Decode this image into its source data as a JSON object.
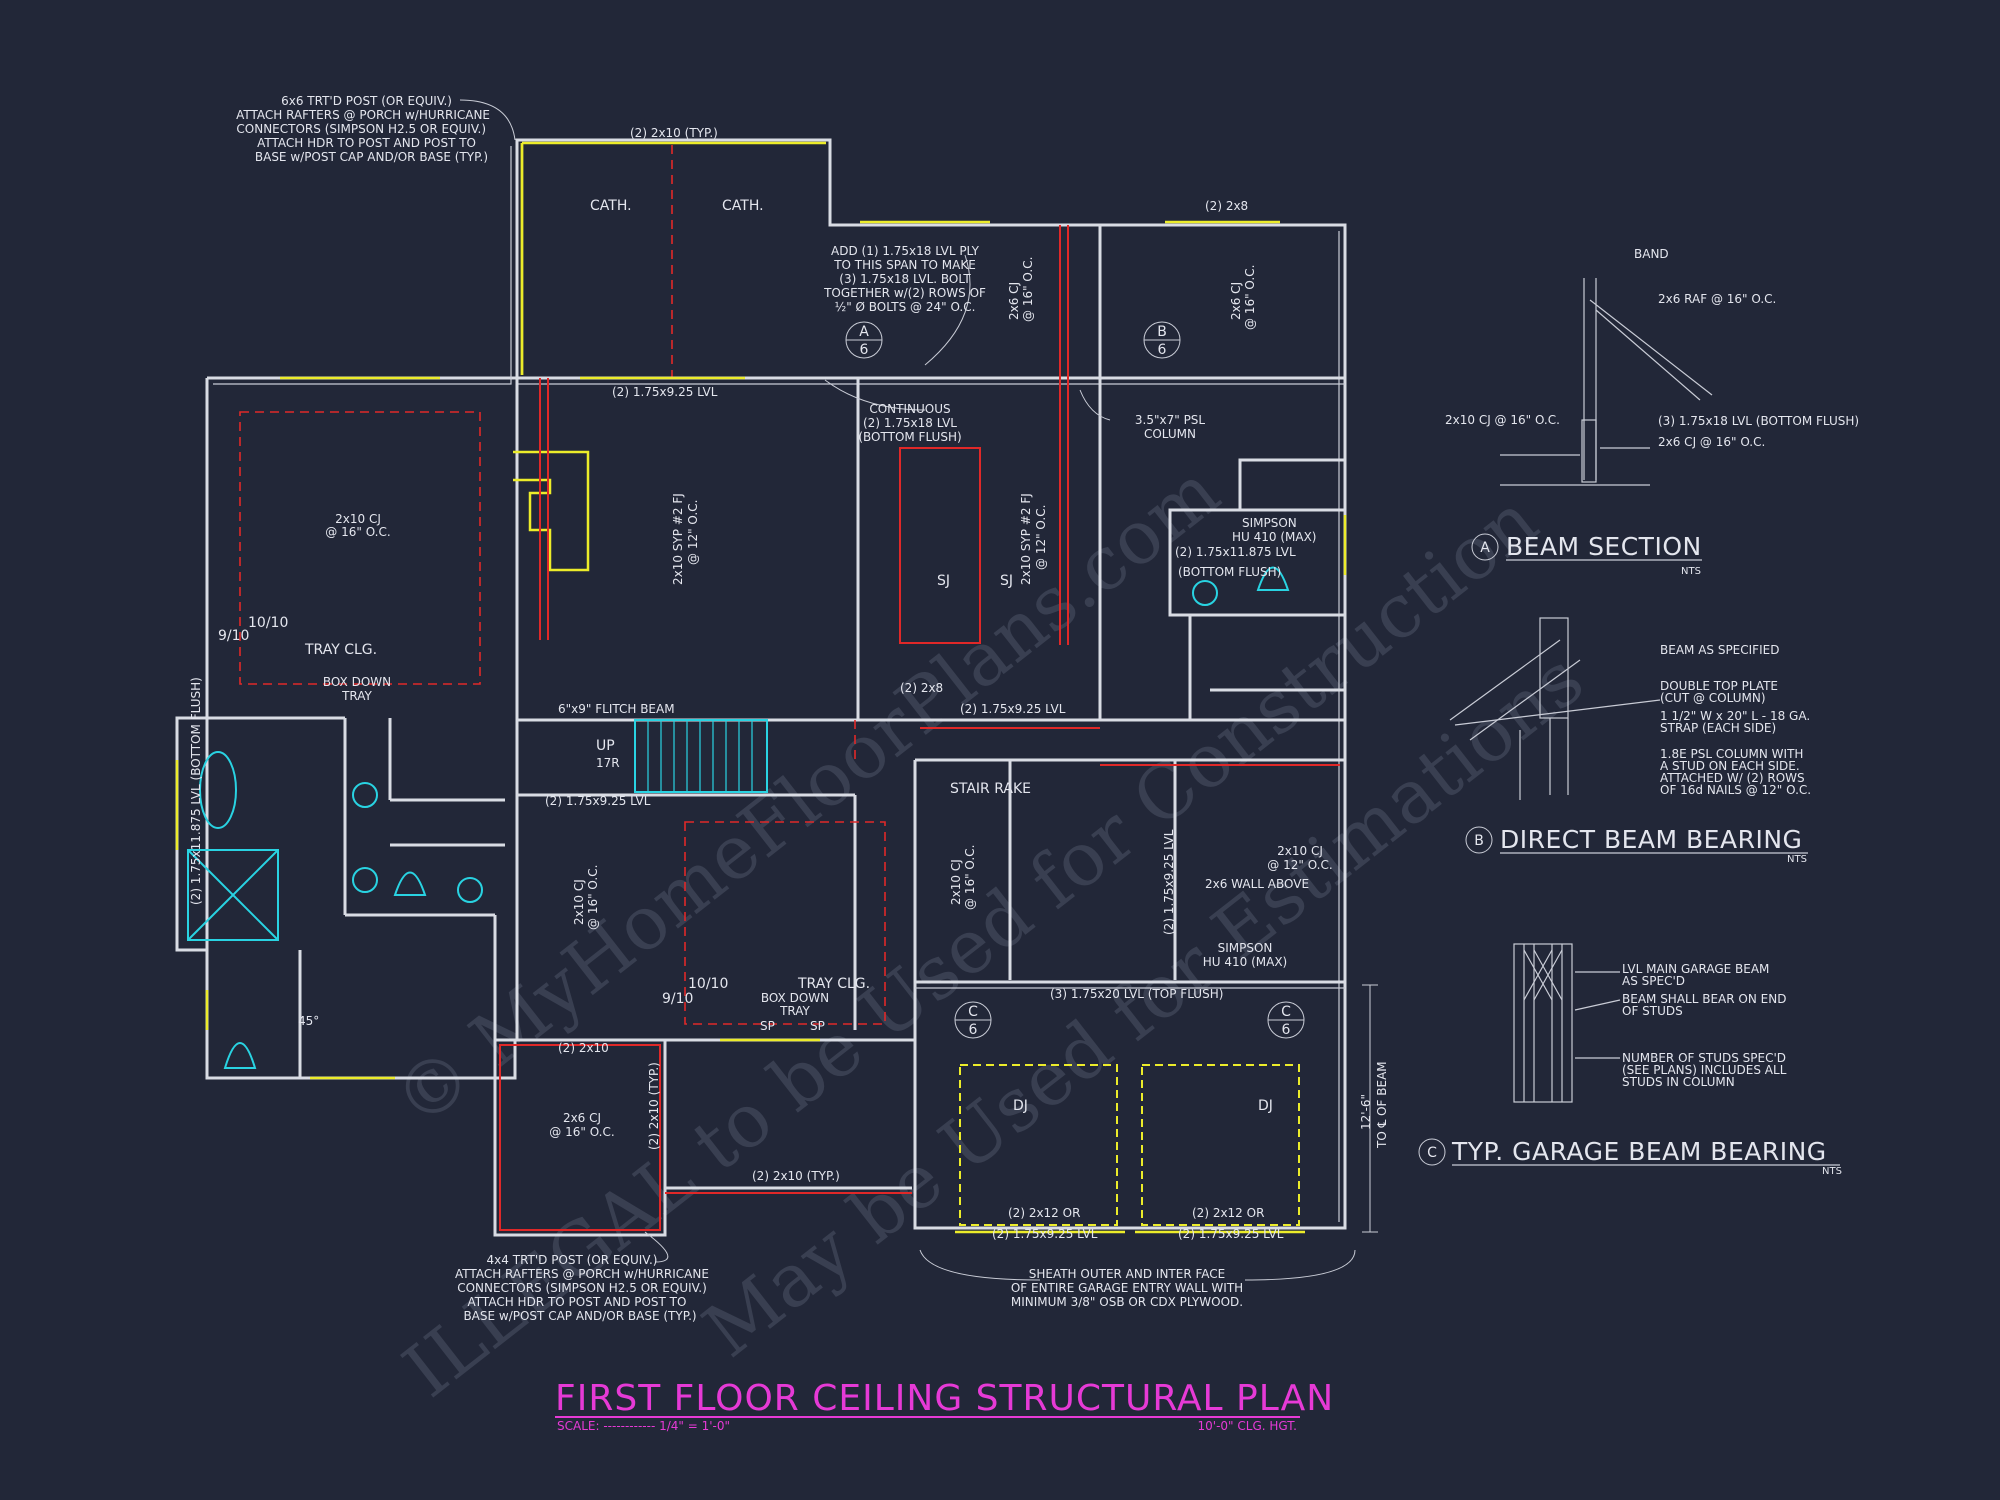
{
  "colors": {
    "background": "#222738",
    "linework": "#d9dce4",
    "yellow": "#ecec2a",
    "red": "#e02828",
    "cyan": "#29d3e2",
    "magenta": "#e63ad6"
  },
  "plan": {
    "title": "FIRST FLOOR CEILING STRUCTURAL PLAN",
    "scale": "SCALE: ------------ 1/4\" = 1'-0\"",
    "ceiling_height": "10'-0\" CLG. HGT."
  },
  "notes": {
    "porch_post_top": [
      "6x6 TRT'D POST (OR EQUIV.)",
      "ATTACH RAFTERS @ PORCH w/HURRICANE",
      "CONNECTORS (SIMPSON H2.5 OR EQUIV.)",
      "ATTACH HDR TO POST AND POST TO",
      "BASE w/POST CAP AND/OR BASE (TYP.)"
    ],
    "lvl_add": [
      "ADD (1) 1.75x18 LVL PLY",
      "TO THIS SPAN TO MAKE",
      "(3) 1.75x18 LVL. BOLT",
      "TOGETHER w/(2) ROWS OF",
      "½\" Ø BOLTS @ 24\" O.C."
    ],
    "continuous": [
      "CONTINUOUS",
      "(2) 1.75x18 LVL",
      "(BOTTOM FLUSH)"
    ],
    "psl_column": [
      "3.5\"x7\" PSL",
      "COLUMN"
    ],
    "porch_post_bottom": [
      "4x4 TRT'D POST (OR EQUIV.)",
      "ATTACH RAFTERS @ PORCH w/HURRICANE",
      "CONNECTORS (SIMPSON H2.5 OR EQUIV.)",
      "ATTACH HDR TO POST AND POST TO",
      "BASE w/POST CAP AND/OR BASE (TYP.)"
    ],
    "sheath": [
      "SHEATH OUTER AND INTER FACE",
      "OF ENTIRE GARAGE ENTRY WALL WITH",
      "MINIMUM 3/8\" OSB OR CDX PLYWOOD."
    ],
    "garage_dim": [
      "12'-6\"",
      "TO ℄ OF BEAM"
    ]
  },
  "labels": {
    "cath_left": "CATH.",
    "cath_right": "CATH.",
    "typ_2x10_top": "(2) 2x10 (TYP.)",
    "hdr_2x8_top": "(2) 2x8",
    "lvl_1175": "(2) 1.75x9.25 LVL",
    "cj_16_a": "2x10 CJ",
    "cj_16_a2": "@ 16\" O.C.",
    "tray_clg_1": "TRAY CLG.",
    "box_down_1": "BOX DOWN",
    "tray_1": "TRAY",
    "dim_1010_1": "10/10",
    "dim_910_1": "9/10",
    "fj_12": "2x10 SYP #2 FJ",
    "fj_12b": "@ 12\" O.C.",
    "fj_12c": "2x10 SYP #2 FJ",
    "fj_12d": "@ 12\" O.C.",
    "cj_2x6_a": "2x6 CJ",
    "cj_2x6_a2": "@ 16\" O.C.",
    "cj_2x6_b": "2x6 CJ",
    "cj_2x6_b2": "@ 16\" O.C.",
    "sj_1": "SJ",
    "sj_2": "SJ",
    "flitch": "6\"x9\" FLITCH BEAM",
    "up": "UP",
    "tread": "17R",
    "hdr_2x8_mid": "(2) 2x8",
    "lvl_925_mid": "(2) 1.75x9.25 LVL",
    "stair_rake": "STAIR RAKE",
    "simpson_1": "SIMPSON",
    "simpson_1b": "HU 410 (MAX)",
    "lvl_1175_bf": "(2) 1.75x11.875 LVL",
    "bottom_flush": "(BOTTOM FLUSH)",
    "lvl_left_v": "(2) 1.75x11.875 LVL (BOTTOM FLUSH)",
    "cj_12_r": "2x10 CJ",
    "cj_12_r2": "@ 12\" O.C.",
    "wall_above": "2x6 WALL ABOVE",
    "simpson_2": "SIMPSON",
    "simpson_2b": "HU 410 (MAX)",
    "lvl_top_flush": "(3) 1.75x20 LVL (TOP FLUSH)",
    "tray_clg_2": "TRAY CLG.",
    "box_down_2": "BOX DOWN",
    "tray_2": "TRAY",
    "dim_1010_2": "10/10",
    "dim_910_2": "9/10",
    "cj_16_mid": "2x10 CJ",
    "cj_16_mid2": "@ 16\" O.C.",
    "cj_16_garage": "2x10 CJ",
    "cj_16_garage2": "@ 16\" O.C.",
    "typ_2x10_bot": "(2) 2x10 (TYP.)",
    "typ_2x10_v": "(2) 2x10 (TYP.)",
    "cj_porch": "2x6 CJ",
    "cj_porch2": "@ 16\" O.C.",
    "dj_1": "DJ",
    "dj_2": "DJ",
    "garage_hdr_1": "(2) 2x12 OR",
    "garage_hdr_1b": "(2) 1.75x9.25 LVL",
    "garage_hdr_2": "(2) 2x12 OR",
    "garage_hdr_2b": "(2) 1.75x9.25 LVL",
    "angle_45": "45°",
    "lvl_top_beam": "(2) 1.75x9.25 LVL",
    "lvl_right_v": "(2) 1.75x9.25 LVL",
    "hdr_2x10_bot": "(2) 2x10",
    "sp_1": "SP",
    "sp_2": "SP"
  },
  "details": {
    "a": {
      "letter": "A",
      "title": "BEAM SECTION",
      "nts": "NTS",
      "callouts": [
        "BAND",
        "2x6 RAF @ 16\" O.C.",
        "2x10 CJ @ 16\" O.C.",
        "(3) 1.75x18 LVL (BOTTOM FLUSH)",
        "2x6 CJ @ 16\" O.C."
      ]
    },
    "b": {
      "letter": "B",
      "title": "DIRECT BEAM BEARING",
      "nts": "NTS",
      "callouts": [
        "BEAM AS SPECIFIED",
        "DOUBLE TOP PLATE",
        "(CUT @ COLUMN)",
        "1 1/2\" W x 20\" L - 18 GA.",
        "STRAP (EACH SIDE)",
        "1.8E PSL COLUMN WITH",
        "A STUD ON EACH SIDE.",
        "ATTACHED W/ (2) ROWS",
        "OF 16d NAILS @ 12\" O.C."
      ]
    },
    "c": {
      "letter": "C",
      "title": "TYP. GARAGE BEAM BEARING",
      "nts": "NTS",
      "callouts": [
        "LVL MAIN GARAGE BEAM",
        "AS SPEC'D",
        "BEAM SHALL BEAR ON END",
        "OF STUDS",
        "NUMBER OF STUDS SPEC'D",
        "(SEE PLANS) INCLUDES ALL",
        "STUDS IN COLUMN"
      ]
    }
  },
  "markers": {
    "a1": {
      "letter": "A",
      "sheet": "6"
    },
    "b1": {
      "letter": "B",
      "sheet": "6"
    },
    "c1": {
      "letter": "C",
      "sheet": "6"
    },
    "c2": {
      "letter": "C",
      "sheet": "6"
    }
  },
  "watermark": [
    "© MyHomeFloorPlans.com",
    "ILLEGAL to be Used for Construction",
    "May be Used for Estimations"
  ]
}
